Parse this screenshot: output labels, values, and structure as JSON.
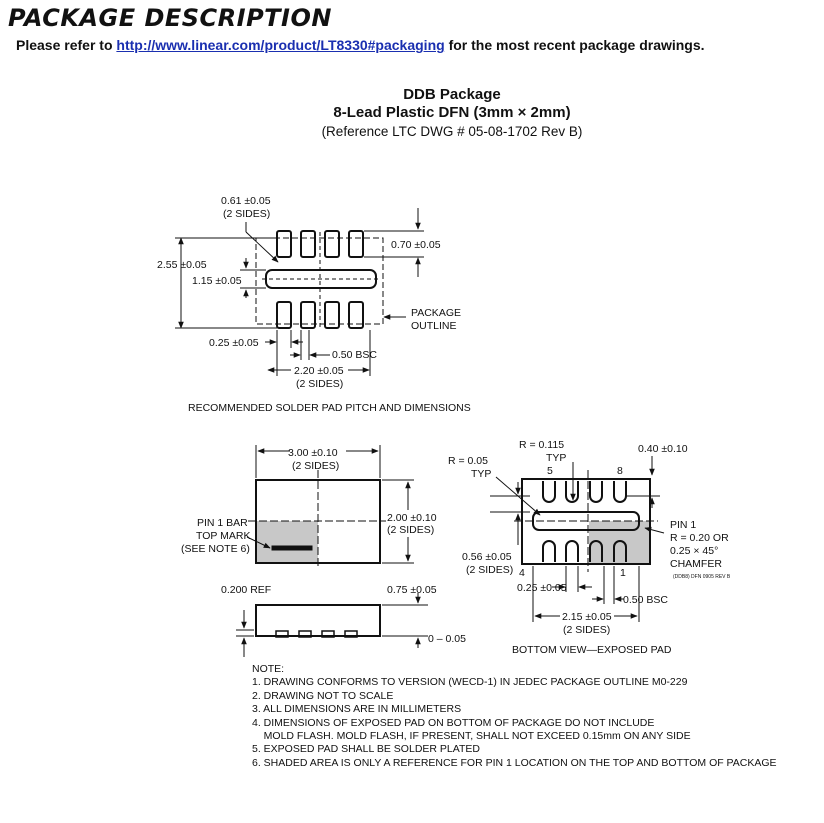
{
  "header": {
    "title": "PACKAGE DESCRIPTION",
    "refer_prefix": "Please refer to ",
    "refer_link": "http://www.linear.com/product/LT8330#packaging",
    "refer_suffix": " for the most recent package drawings."
  },
  "package": {
    "name": "DDB Package",
    "subtitle": "8-Lead Plastic DFN (3mm × 2mm)",
    "reference": "(Reference LTC DWG # 05-08-1702 Rev B)"
  },
  "solder_pad": {
    "dim_pad_width": "0.61 ±0.05",
    "dim_pad_width_note": "(2 SIDES)",
    "dim_pad_length": "0.70 ±0.05",
    "dim_overall": "2.55 ±0.05",
    "dim_center": "1.15 ±0.05",
    "dim_lead": "0.25 ±0.05",
    "dim_pitch": "0.50 BSC",
    "dim_span": "2.20 ±0.05",
    "dim_span_note": "(2 SIDES)",
    "outline_label_1": "PACKAGE",
    "outline_label_2": "OUTLINE",
    "caption": "RECOMMENDED SOLDER PAD PITCH AND DIMENSIONS"
  },
  "top_view": {
    "dim_length": "3.00 ±0.10",
    "dim_length_note": "(2 SIDES)",
    "dim_width": "2.00 ±0.10",
    "dim_width_note": "(2 SIDES)",
    "pin1_1": "PIN 1 BAR",
    "pin1_2": "TOP MARK",
    "pin1_3": "(SEE NOTE 6)"
  },
  "side_view": {
    "dim_ref": "0.200 REF",
    "dim_height": "0.75 ±0.05",
    "dim_standoff": "0 – 0.05"
  },
  "bottom_view": {
    "r_pin": "R = 0.115",
    "r_pin_typ": "TYP",
    "r_pad": "R = 0.05",
    "r_pad_typ": "TYP",
    "pin5": "5",
    "pin8": "8",
    "pin4": "4",
    "pin1": "1",
    "dim_pad_overhang": "0.40 ±0.10",
    "pin1_1": "PIN 1",
    "pin1_2": "R = 0.20 OR",
    "pin1_3": "0.25 × 45°",
    "pin1_4": "CHAMFER",
    "dwg_code": "(DDB8) DFN 0905 REV B",
    "dim_pad_len": "0.56 ±0.05",
    "dim_pad_len_note": "(2 SIDES)",
    "dim_lead": "0.25 ±0.05",
    "dim_pitch": "0.50 BSC",
    "dim_span": "2.15 ±0.05",
    "dim_span_note": "(2 SIDES)",
    "caption": "BOTTOM VIEW—EXPOSED PAD"
  },
  "notes": {
    "heading": "NOTE:",
    "items": [
      "1. DRAWING CONFORMS TO VERSION (WECD-1) IN JEDEC PACKAGE OUTLINE M0-229",
      "2. DRAWING NOT TO SCALE",
      "3. ALL DIMENSIONS ARE IN MILLIMETERS",
      "4. DIMENSIONS OF EXPOSED PAD ON BOTTOM OF PACKAGE DO NOT INCLUDE",
      "    MOLD FLASH. MOLD FLASH, IF PRESENT, SHALL NOT EXCEED 0.15mm ON ANY SIDE",
      "5. EXPOSED PAD SHALL BE SOLDER PLATED",
      "6. SHADED AREA IS ONLY A REFERENCE FOR PIN 1 LOCATION ON THE TOP AND BOTTOM OF PACKAGE"
    ]
  }
}
